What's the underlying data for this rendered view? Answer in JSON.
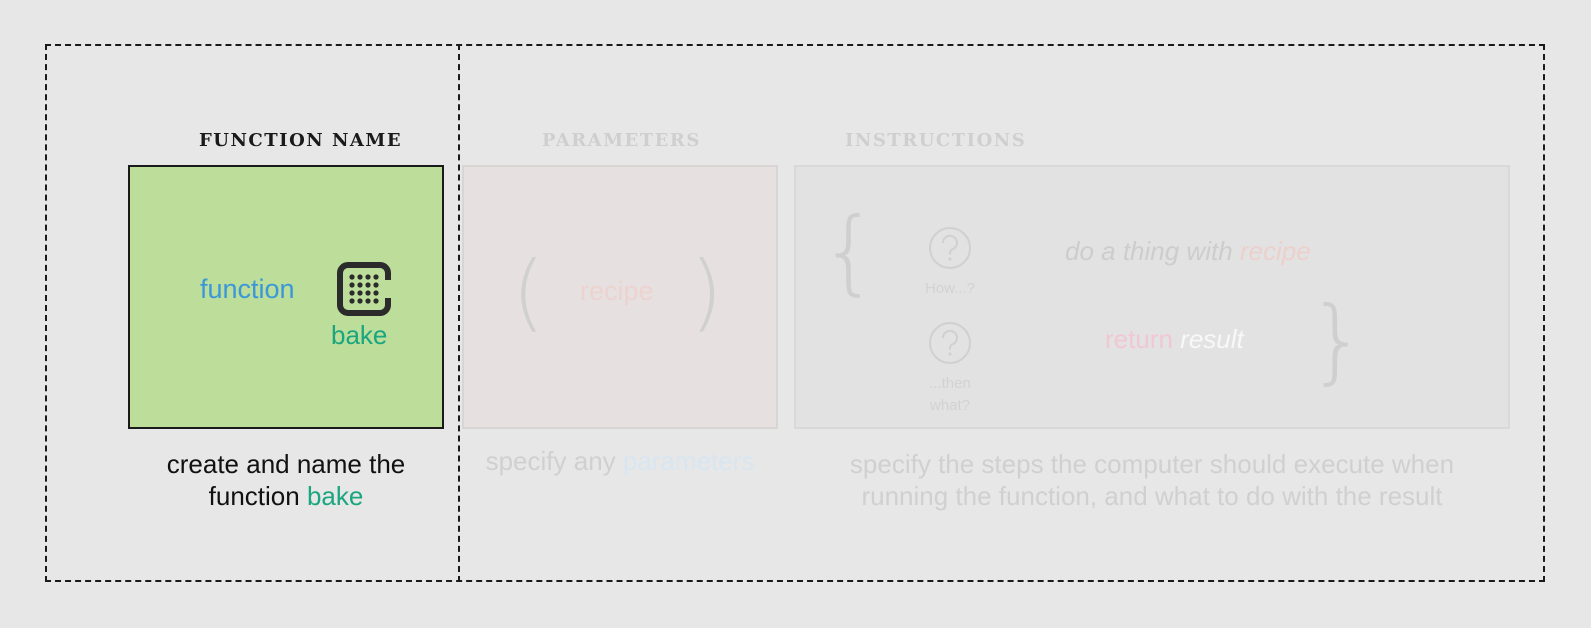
{
  "sections": {
    "function_name": "FUNCTION NAME",
    "parameters": "PARAMETERS",
    "instructions": "INSTRUCTIONS"
  },
  "function_box": {
    "keyword": "function",
    "name": "bake",
    "icon": "oven-icon"
  },
  "params_box": {
    "open": "(",
    "param": "recipe",
    "close": ")"
  },
  "instructions_box": {
    "brace_open": "{",
    "brace_close": "}",
    "q1_caption": "How...?",
    "q2_caption_line1": "...then",
    "q2_caption_line2": "what?",
    "step1_text": "do a thing with ",
    "step1_highlight": "recipe",
    "step2_keyword": "return ",
    "step2_value": "result"
  },
  "captions": {
    "function_line1": "create and name the",
    "function_line2": "function ",
    "function_highlight": "bake",
    "params_text": "specify any ",
    "params_highlight": "parameters",
    "instr_line1": "specify the steps the computer should execute when",
    "instr_line2": "running the function, and what to do with the result"
  },
  "colors": {
    "background": "#e7e7e7",
    "function_box": "#bddd9a",
    "keyword_blue": "#3a98d8",
    "name_green": "#1aa67f"
  }
}
